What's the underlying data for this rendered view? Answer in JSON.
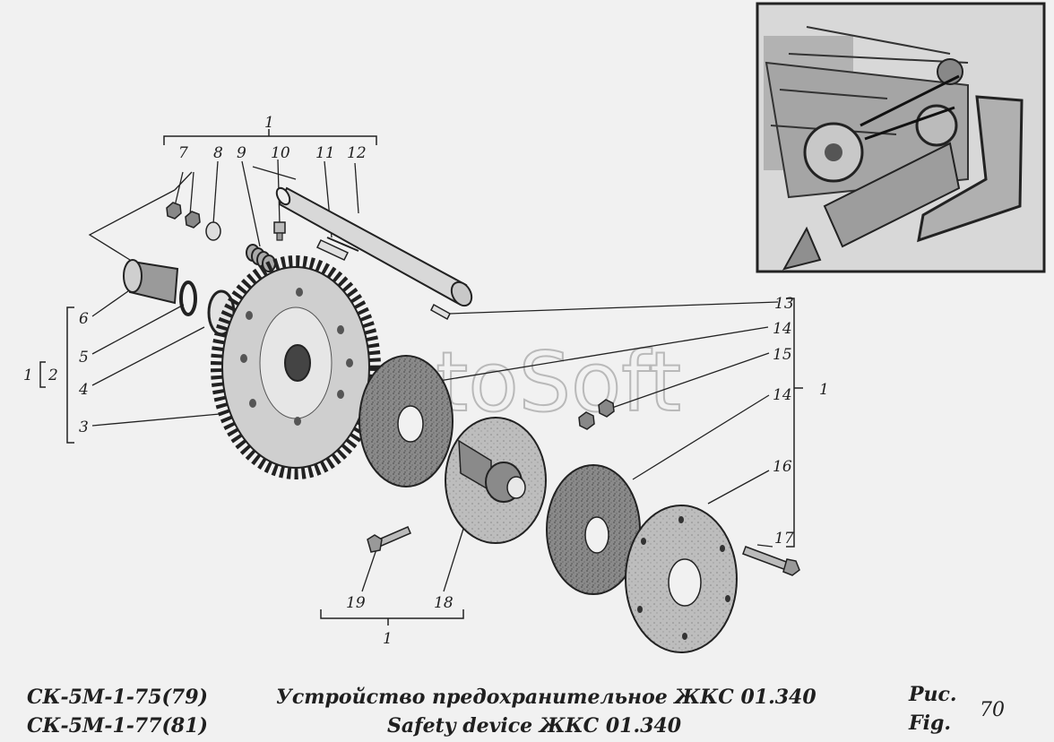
{
  "watermark": "AutoSoft",
  "models": [
    "СК-5М-1-75(79)",
    "СК-5М-1-77(81)"
  ],
  "title_ru": "Устройство предохранительное ЖКС 01.340",
  "title_en": "Safety device ЖКС 01.340",
  "fig_ru": "Рис.",
  "fig_en": "Fig.",
  "fig_number": "70",
  "callouts": {
    "c1": "1",
    "c2": "2",
    "c3": "3",
    "c4": "4",
    "c5": "5",
    "c6": "6",
    "c7": "7",
    "c8": "8",
    "c9": "9",
    "c10": "10",
    "c11": "11",
    "c12": "12",
    "c13": "13",
    "c14": "14",
    "c15": "15",
    "c16": "16",
    "c17": "17",
    "c18": "18",
    "c19": "19"
  }
}
